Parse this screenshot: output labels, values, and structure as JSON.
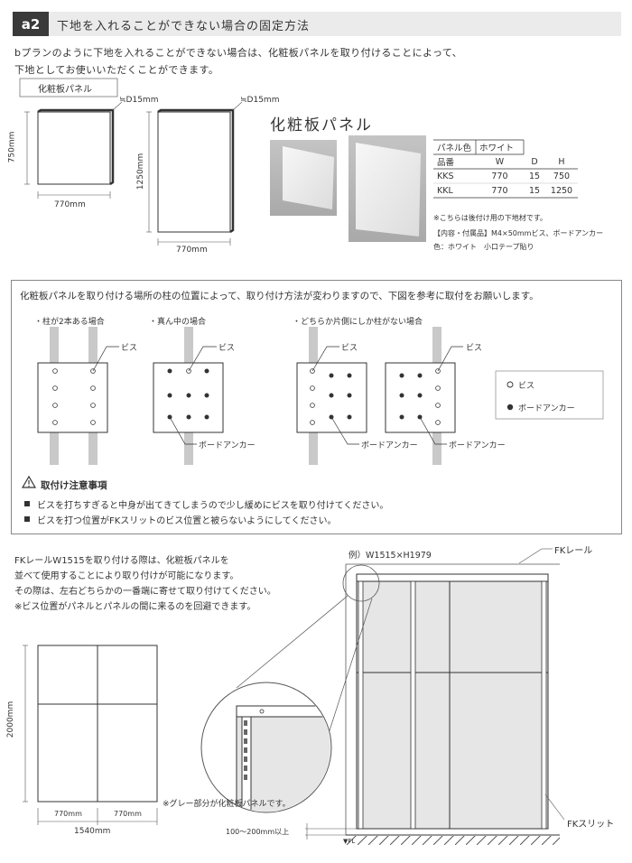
{
  "header": {
    "badge": "a2",
    "title": "下地を入れることができない場合の固定方法"
  },
  "intro": {
    "line1": "bプランのように下地を入れることができない場合は、化粧板パネルを取り付けることによって、",
    "line2": "下地としてお使いいただくことができます。"
  },
  "panel_section": {
    "tag": "化粧板パネル",
    "depth_small": "≒D15mm",
    "depth_large": "≒D15mm",
    "height_small": "750mm",
    "width_small": "770mm",
    "height_large": "1250mm",
    "width_large": "770mm",
    "product_title": "化粧板パネル"
  },
  "spec": {
    "color_label": "パネル色",
    "color_value": "ホワイト",
    "headers": [
      "品番",
      "W",
      "D",
      "H"
    ],
    "rows": [
      [
        "KKS",
        "770",
        "15",
        "750"
      ],
      [
        "KKL",
        "770",
        "15",
        "1250"
      ]
    ],
    "note1": "※こちらは後付け用の下地材です。",
    "note2": "【内容・付属品】M4×50mmビス、ボードアンカー",
    "note3": "色：ホワイト　小口テープ貼り"
  },
  "mount": {
    "intro": "化粧板パネルを取り付ける場所の柱の位置によって、取り付け方法が変わりますので、下図を参考に取付をお願いします。",
    "case1": "・柱が2本ある場合",
    "case2": "・真ん中の場合",
    "case3": "・どちらか片側にしか柱がない場合",
    "screw": "ビス",
    "anchor": "ボードアンカー",
    "legend_screw": "ビス",
    "legend_anchor": "ボードアンカー",
    "caution_title": "取付け注意事項",
    "caution1": "ビスを打ちすぎると中身が出てきてしまうので少し緩めにビスを取り付けてください。",
    "caution2": "ビスを打つ位置がFKスリットのビス位置と被らないようにしてください。"
  },
  "fk": {
    "line1": "FKレールW1515を取り付ける際は、化粧板パネルを",
    "line2": "並べて使用することにより取り付けが可能になります。",
    "line3": "その際は、左右どちらかの一番端に寄せて取り付けてください。",
    "line4": "※ビス位置がパネルとパネルの間に来るのを回避できます。",
    "height": "2000mm",
    "width_a": "770mm",
    "width_b": "770mm",
    "width_total": "1540mm",
    "gray_note": "※グレー部分が化粧板パネルです。",
    "example": "例）W1515×H1979",
    "rail": "FKレール",
    "slit": "FKスリット",
    "floor_gap": "100〜200mm以上",
    "floor": "▼FL"
  }
}
